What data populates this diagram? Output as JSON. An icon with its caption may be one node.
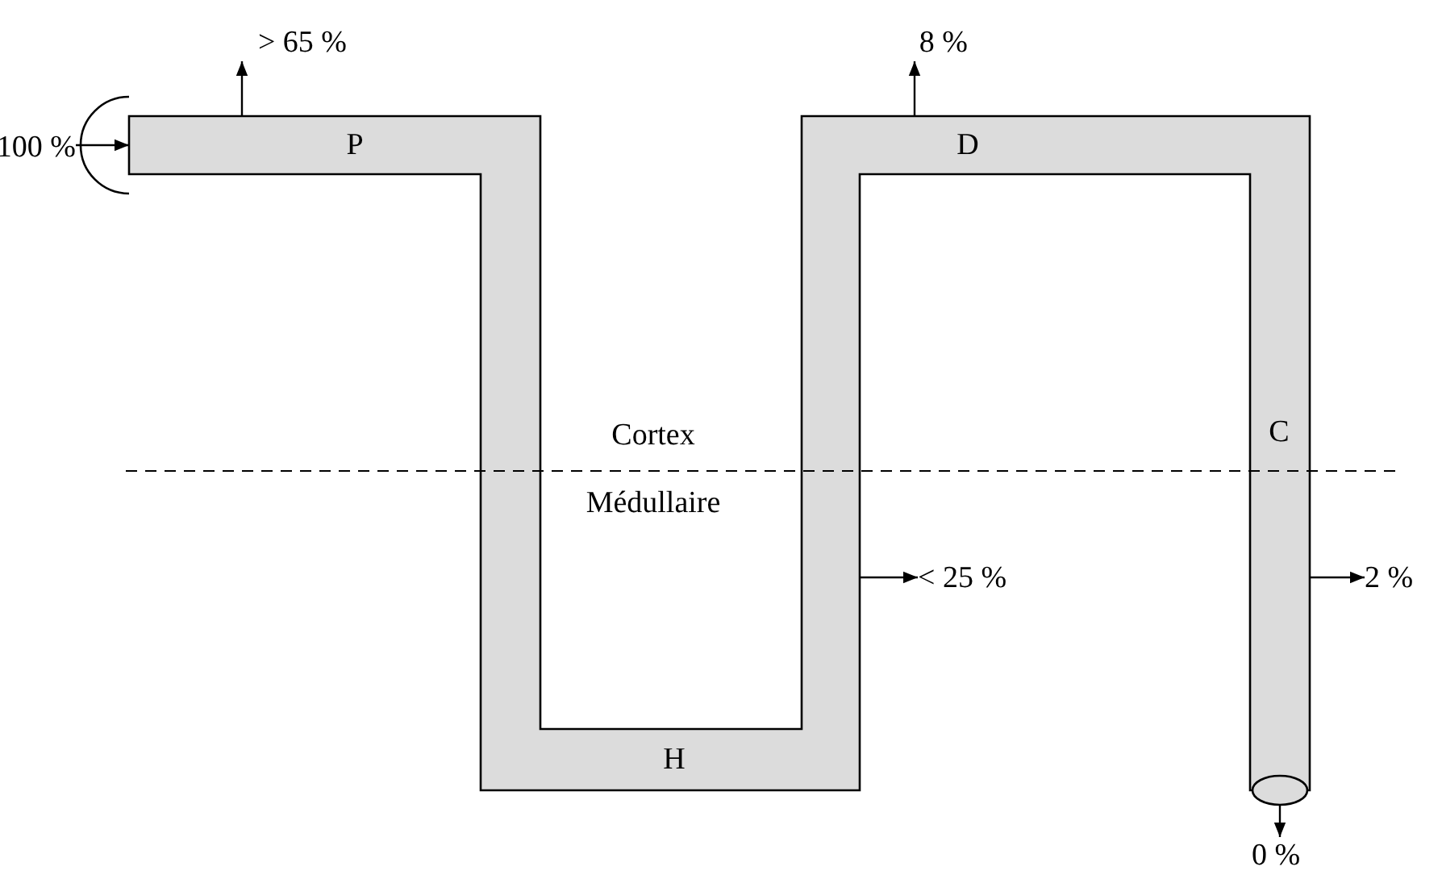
{
  "diagram": {
    "nodes": [
      {
        "text": [
          "100 %"
        ]
      },
      {
        "text": [
          "P"
        ]
      },
      {
        "text": [
          "> 65 %"
        ]
      },
      {
        "text": [
          "H"
        ]
      },
      {
        "text": [
          "< 25 %"
        ]
      },
      {
        "text": [
          "D"
        ]
      },
      {
        "text": [
          "8 %"
        ]
      },
      {
        "text": [
          "C"
        ]
      },
      {
        "text": [
          "2 %"
        ]
      },
      {
        "text": [
          "0 %"
        ]
      }
    ],
    "edges": [
      {
        "from": 0,
        "to": 1,
        "arrow": "to"
      },
      {
        "from": 1,
        "to": 2,
        "arrow": "to"
      },
      {
        "from": 3,
        "to": 4,
        "arrow": "to"
      },
      {
        "from": 5,
        "to": 6,
        "arrow": "to"
      },
      {
        "from": 7,
        "to": 8,
        "arrow": "to"
      },
      {
        "from": 7,
        "to": 9,
        "arrow": "to"
      }
    ],
    "labels": [
      "Cortex",
      "Médullaire"
    ]
  }
}
